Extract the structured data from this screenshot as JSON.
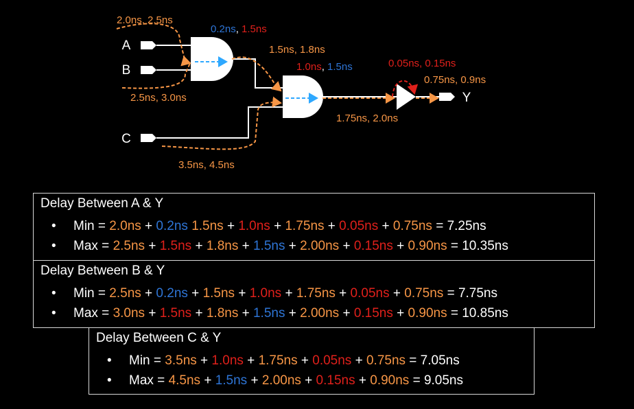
{
  "inputs": {
    "a": "A",
    "b": "B",
    "c": "C",
    "y": "Y"
  },
  "labels": {
    "a_wire": "2.0ns, 2.5ns",
    "b_wire": "2.5ns, 3.0ns",
    "gate1_a": "0.2ns",
    "gate1_b": "1.5ns",
    "wire12": "1.5ns, 1.8ns",
    "gate2_a": "1.0ns",
    "gate2_b": "1.5ns",
    "c_wire": "3.5ns, 4.5ns",
    "wire2buf": "1.75ns, 2.0ns",
    "buf": "0.05ns, 0.15ns",
    "buf_out": "0.75ns, 0.9ns",
    "sep": ", "
  },
  "colors": {
    "orange": "#f79646",
    "blue": "#2e75d6",
    "red": "#e0201b"
  },
  "boxes": [
    {
      "title": "Delay Between A & Y",
      "rows": [
        [
          [
            "w",
            "Min = "
          ],
          [
            "o",
            "2.0ns"
          ],
          [
            "w",
            " + "
          ],
          [
            "b",
            "0.2ns"
          ],
          [
            "w",
            "    "
          ],
          [
            "o",
            "1.5ns"
          ],
          [
            "w",
            " + "
          ],
          [
            "r",
            "1.0ns"
          ],
          [
            "w",
            " + "
          ],
          [
            "o",
            "1.75ns"
          ],
          [
            "w",
            " + "
          ],
          [
            "r",
            "0.05ns"
          ],
          [
            "w",
            " + "
          ],
          [
            "o",
            "0.75ns"
          ],
          [
            "w",
            " = 7.25ns"
          ]
        ],
        [
          [
            "w",
            "Max = "
          ],
          [
            "o",
            "2.5ns"
          ],
          [
            "w",
            " + "
          ],
          [
            "r",
            "1.5ns"
          ],
          [
            "w",
            " + "
          ],
          [
            "o",
            "1.8ns"
          ],
          [
            "w",
            " + "
          ],
          [
            "b",
            "1.5ns"
          ],
          [
            "w",
            " + "
          ],
          [
            "o",
            "2.00ns"
          ],
          [
            "w",
            " + "
          ],
          [
            "r",
            "0.15ns"
          ],
          [
            "w",
            " + "
          ],
          [
            "o",
            "0.90ns"
          ],
          [
            "w",
            " = 10.35ns"
          ]
        ]
      ]
    },
    {
      "title": "Delay Between B & Y",
      "rows": [
        [
          [
            "w",
            "Min = "
          ],
          [
            "o",
            "2.5ns"
          ],
          [
            "w",
            " + "
          ],
          [
            "b",
            "0.2ns"
          ],
          [
            "w",
            " + "
          ],
          [
            "o",
            "1.5ns"
          ],
          [
            "w",
            " + "
          ],
          [
            "r",
            "1.0ns"
          ],
          [
            "w",
            " + "
          ],
          [
            "o",
            "1.75ns"
          ],
          [
            "w",
            " + "
          ],
          [
            "r",
            "0.05ns"
          ],
          [
            "w",
            " + "
          ],
          [
            "o",
            "0.75ns"
          ],
          [
            "w",
            " = 7.75ns"
          ]
        ],
        [
          [
            "w",
            "Max = "
          ],
          [
            "o",
            "3.0ns"
          ],
          [
            "w",
            " + "
          ],
          [
            "r",
            "1.5ns"
          ],
          [
            "w",
            " + "
          ],
          [
            "o",
            "1.8ns"
          ],
          [
            "w",
            " + "
          ],
          [
            "b",
            "1.5ns"
          ],
          [
            "w",
            " + "
          ],
          [
            "o",
            "2.00ns"
          ],
          [
            "w",
            " + "
          ],
          [
            "r",
            "0.15ns"
          ],
          [
            "w",
            " + "
          ],
          [
            "o",
            "0.90ns"
          ],
          [
            "w",
            " = 10.85ns"
          ]
        ]
      ]
    },
    {
      "title": "Delay Between C & Y",
      "rows": [
        [
          [
            "w",
            "Min = "
          ],
          [
            "o",
            "3.5ns"
          ],
          [
            "w",
            " + "
          ],
          [
            "r",
            "1.0ns"
          ],
          [
            "w",
            " + "
          ],
          [
            "o",
            "1.75ns"
          ],
          [
            "w",
            " + "
          ],
          [
            "r",
            "0.05ns"
          ],
          [
            "w",
            " + "
          ],
          [
            "o",
            "0.75ns"
          ],
          [
            "w",
            " = 7.05ns"
          ]
        ],
        [
          [
            "w",
            "Max = "
          ],
          [
            "o",
            "4.5ns"
          ],
          [
            "w",
            " + "
          ],
          [
            "b",
            "1.5ns"
          ],
          [
            "w",
            " + "
          ],
          [
            "o",
            "2.00ns"
          ],
          [
            "w",
            " + "
          ],
          [
            "r",
            "0.15ns"
          ],
          [
            "w",
            " + "
          ],
          [
            "o",
            "0.90ns"
          ],
          [
            "w",
            " = 9.05ns"
          ]
        ]
      ]
    }
  ]
}
